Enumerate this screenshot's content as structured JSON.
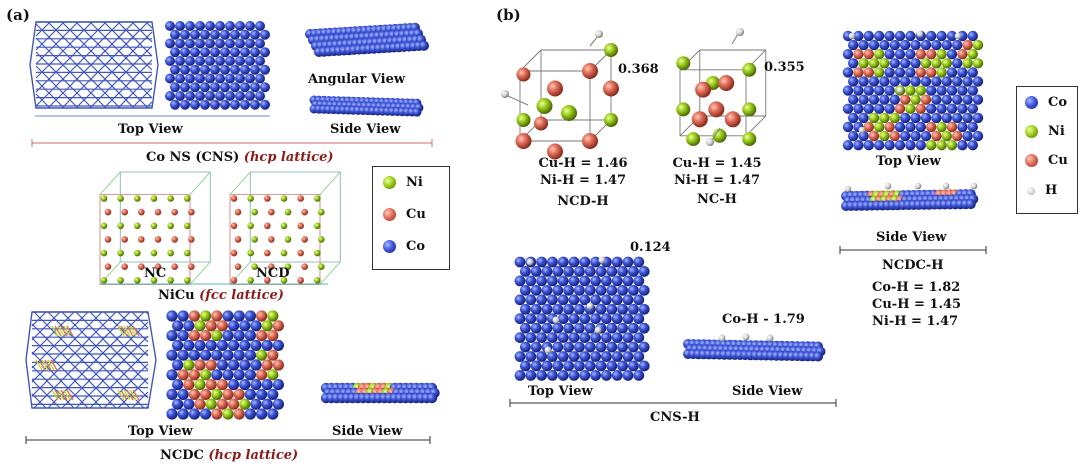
{
  "panels": {
    "a": "(a)",
    "b": "(b)"
  },
  "panel_a": {
    "cns_top_view": "Top View",
    "cns_angular_view": "Angular View",
    "cns_side_view": "Side View",
    "cns_caption": "Co NS (CNS)",
    "cns_lattice": "(hcp lattice)",
    "nc_label": "NC",
    "ncd_label": "NCD",
    "nicu_caption": "NiCu",
    "nicu_lattice": "(fcc lattice)",
    "ncdc_top_view": "Top View",
    "ncdc_side_view": "Side View",
    "ncdc_caption": "NCDC",
    "ncdc_lattice": "(hcp lattice)",
    "legend": [
      {
        "name": "Ni",
        "color": "#9acd1c"
      },
      {
        "name": "Cu",
        "color": "#e06e5a"
      },
      {
        "name": "Co",
        "color": "#3d55d8"
      }
    ]
  },
  "panel_b": {
    "ncd_h_value": "0.368",
    "ncd_h_lines": [
      "Cu-H = 1.46",
      "Ni-H = 1.47"
    ],
    "ncd_h_name": "NCD-H",
    "nc_h_value": "0.355",
    "nc_h_lines": [
      "Cu-H = 1.45",
      "Ni-H = 1.47"
    ],
    "nc_h_name": "NC-H",
    "cns_h_value": "0.124",
    "cns_h_bond": "Co-H - 1.79",
    "cns_h_top_view": "Top View",
    "cns_h_side_view": "Side View",
    "cns_h_name": "CNS-H",
    "ncdc_h_top_view": "Top View",
    "ncdc_h_side_view": "Side View",
    "ncdc_h_name": "NCDC-H",
    "ncdc_h_lines": [
      "Co-H = 1.82",
      "Cu-H = 1.45",
      "Ni-H = 1.47"
    ],
    "legend": [
      {
        "name": "Co",
        "color": "#3d55d8"
      },
      {
        "name": "Ni",
        "color": "#9acd1c"
      },
      {
        "name": "Cu",
        "color": "#e06e5a"
      },
      {
        "name": "H",
        "color": "#d8d8d8"
      }
    ]
  }
}
